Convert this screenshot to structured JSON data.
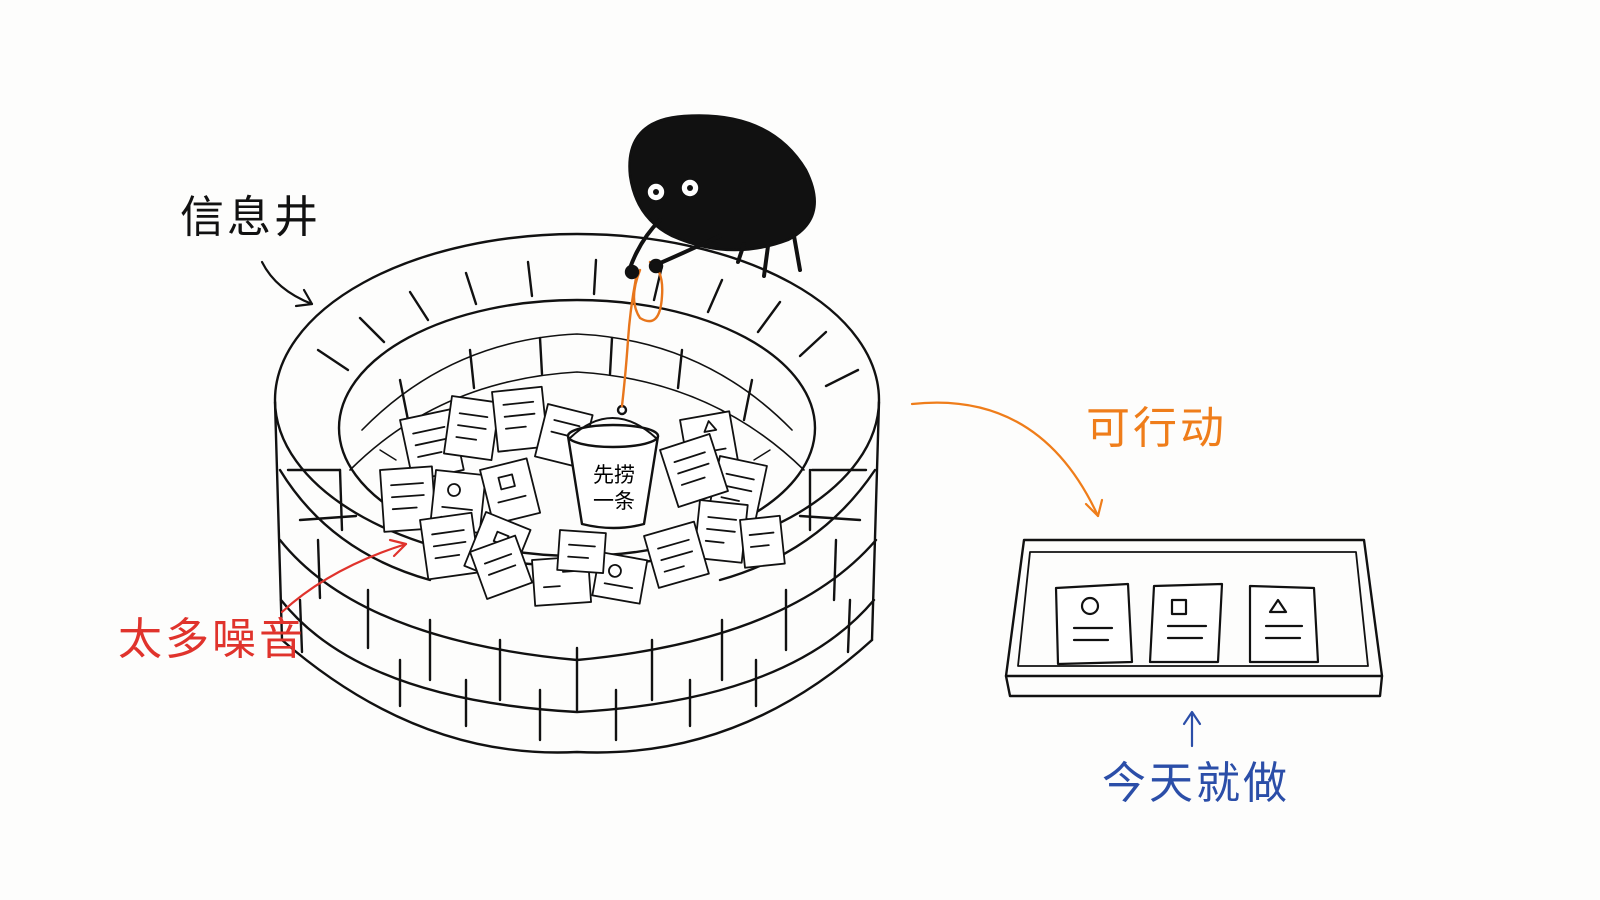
{
  "labels": {
    "well": "信息井",
    "noise": "太多噪音",
    "actionable": "可行动",
    "today": "今天就做"
  },
  "bucket": {
    "line1": "先捞",
    "line2": "一条"
  },
  "tray_cards": [
    {
      "icon": "circle-icon"
    },
    {
      "icon": "square-icon"
    },
    {
      "icon": "triangle-icon"
    }
  ],
  "colors": {
    "ink": "#111111",
    "well_label": "#111111",
    "noise": "#e0332c",
    "actionable": "#ef7d1a",
    "today": "#2b4ea8",
    "rope": "#e8761c"
  }
}
